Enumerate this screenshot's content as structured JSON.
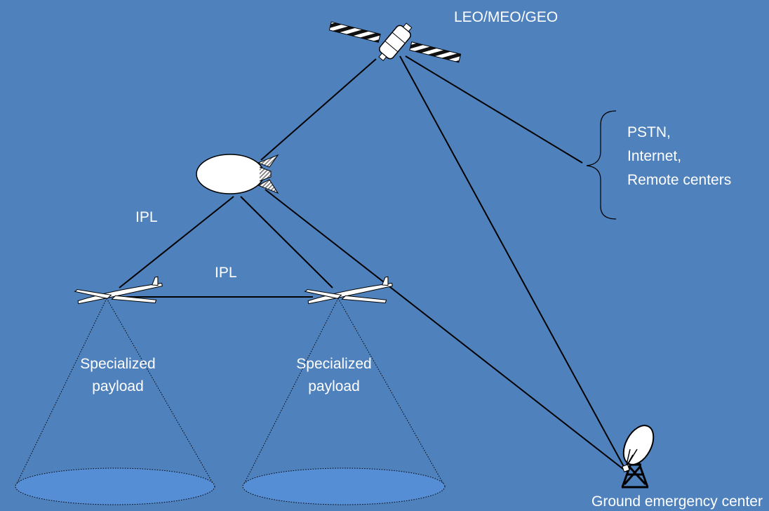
{
  "labels": {
    "orbit": "LEO/MEO/GEO",
    "networks": [
      "PSTN,",
      "Internet,",
      "Remote centers"
    ],
    "ipl_upper": "IPL",
    "ipl_middle": "IPL",
    "payload_left": [
      "Specialized",
      "payload"
    ],
    "payload_right": [
      "Specialized",
      "payload"
    ],
    "ground_center": "Ground emergency center"
  },
  "colors": {
    "background": "#4f81bd",
    "link": "#000000",
    "footprint": "#558ed5",
    "text": "#ffffff"
  },
  "icons": {
    "satellite": "satellite-icon",
    "airship": "airship-icon",
    "uav": "uav-icon",
    "dish": "satellite-dish-icon"
  }
}
